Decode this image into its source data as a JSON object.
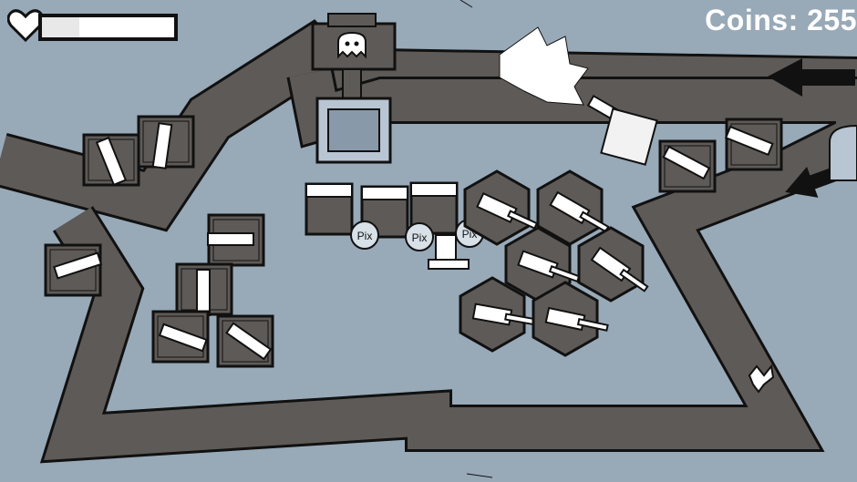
{
  "hud": {
    "coins_label": "Coins:",
    "coins_value": "255",
    "health_fraction": 0.28
  },
  "pixel_signs": [
    "Pix",
    "Pix",
    "Pix"
  ],
  "colors": {
    "background": "#98a9b8",
    "path": "#5e5a57",
    "outline": "#111111",
    "tower_fill": "#f2f2f2",
    "plate": "#5e5a57"
  },
  "icons": {
    "health": "heart-icon",
    "direction": "arrow-left-icon",
    "enemy": "ghost-icon"
  }
}
